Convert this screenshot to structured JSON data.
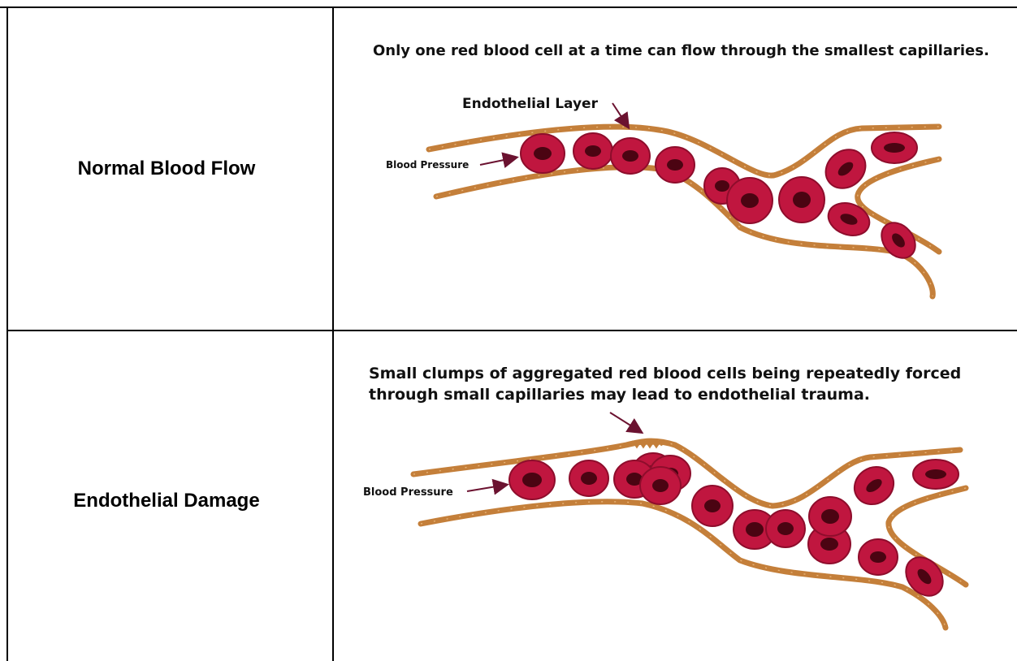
{
  "rows": [
    {
      "label": "Normal Blood Flow",
      "caption_lines": [
        "Only one red blood cell at a time can flow through the smallest capillaries."
      ],
      "callout_endothelial": "Endothelial Layer",
      "callout_pressure": "Blood Pressure"
    },
    {
      "label": "Endothelial Damage",
      "caption_lines": [
        "Small clumps of aggregated red blood cells being repeatedly forced",
        "through small capillaries may lead to endothelial trauma."
      ],
      "callout_pressure": "Blood Pressure"
    }
  ],
  "colors": {
    "vessel_wall": "#c47f3a",
    "vessel_wall_tick": "#e9b57a",
    "cell_outer": "#c0163f",
    "cell_rim": "#8e0d2c",
    "cell_center": "#4b0412",
    "arrow": "#6b1230"
  }
}
